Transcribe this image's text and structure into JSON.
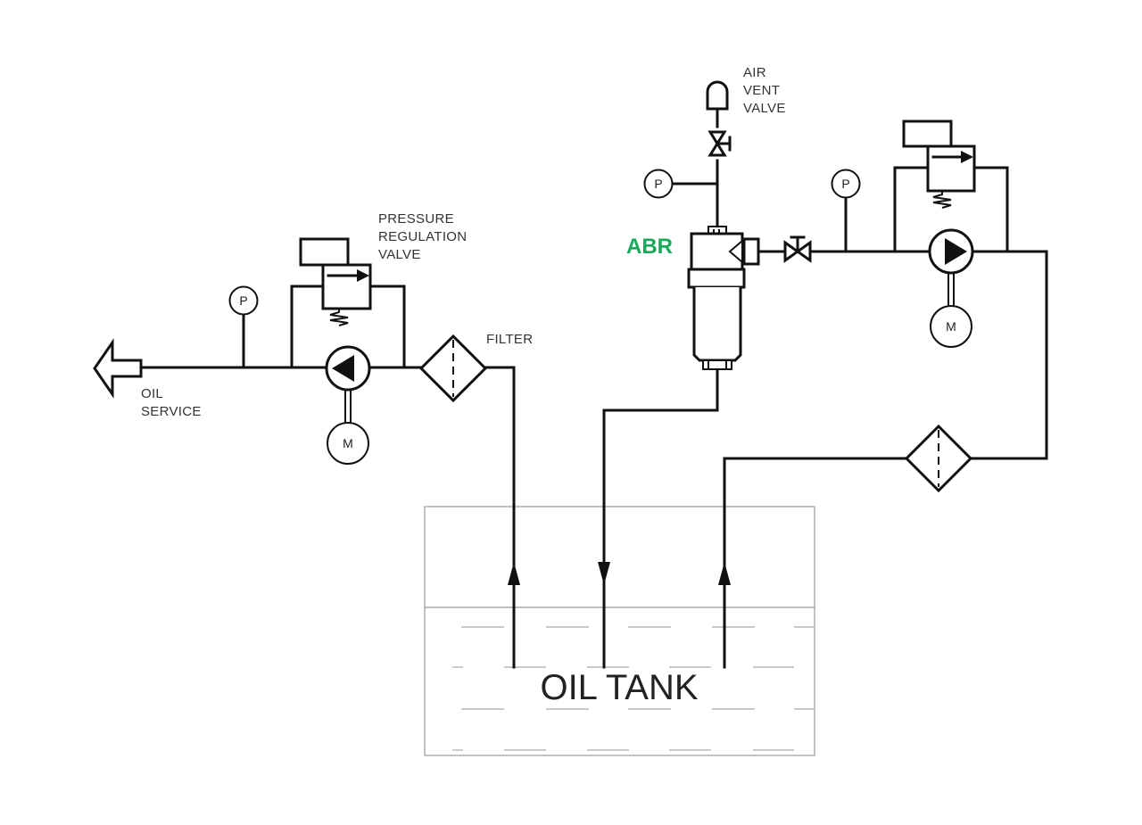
{
  "labels": {
    "air_vent_valve": [
      "AIR",
      "VENT",
      "VALVE"
    ],
    "pressure_regulation_valve": [
      "PRESSURE",
      "REGULATION",
      "VALVE"
    ],
    "filter": "FILTER",
    "oil_service": [
      "OIL",
      "SERVICE"
    ],
    "abr": "ABR",
    "oil_tank": "OIL TANK",
    "gauge": "P",
    "motor": "M"
  },
  "colors": {
    "abr": "#1aa85a"
  },
  "icons": [
    "pressure-gauge-icon",
    "pump-icon",
    "motor-icon",
    "filter-icon",
    "relief-valve-icon",
    "needle-valve-icon",
    "air-vent-valve-icon",
    "abr-separator-icon",
    "outlet-arrow-icon",
    "flow-arrow-icon"
  ]
}
